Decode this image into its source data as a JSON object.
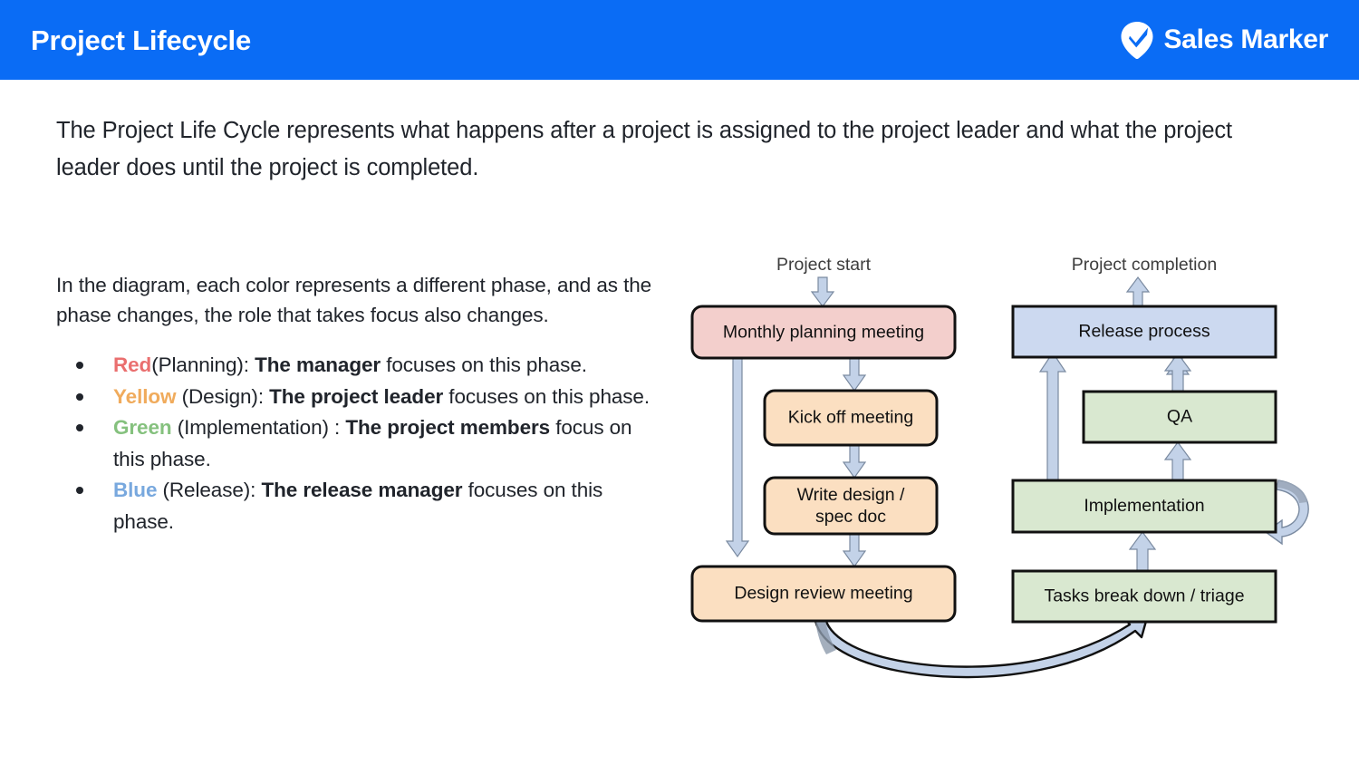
{
  "header": {
    "title": "Project Lifecycle",
    "brand": "Sales Marker",
    "logo_icon": "location-pin-check-icon",
    "background_color": "#0a6cf5",
    "text_color": "#ffffff"
  },
  "intro": {
    "paragraph": "The Project Life Cycle represents what happens after a project is assigned to the project leader and what the project leader does until the project is completed."
  },
  "left_column": {
    "legend_intro": "In the diagram, each color represents a different phase, and as the phase changes, the role that takes focus also changes.",
    "phases": [
      {
        "color_word": "Red",
        "color_hex": "#ea6f6f",
        "phase": "(Planning):",
        "space_after_color": "",
        "role": "The manager",
        "tail": " focuses on this phase."
      },
      {
        "color_word": "Yellow",
        "color_hex": "#f0ab5c",
        "phase": "(Design):",
        "space_after_color": " ",
        "role": "The project leader",
        "tail": " focuses on this phase."
      },
      {
        "color_word": "Green",
        "color_hex": "#85c17e",
        "phase": "(Implementation) :",
        "space_after_color": " ",
        "role": "The project members",
        "tail": " focus on this phase."
      },
      {
        "color_word": "Blue",
        "color_hex": "#78a8de",
        "phase": "(Release):",
        "space_after_color": " ",
        "role": "The release manager",
        "tail": " focuses on this phase."
      }
    ]
  },
  "diagram": {
    "labels": {
      "project_start": "Project start",
      "project_completion": "Project completion"
    },
    "colors": {
      "red": "#f3cfcc",
      "yellow": "#fbdfc1",
      "green": "#d9e8d0",
      "blue": "#ccd9f0",
      "arrow_fill": "#c3d2e8",
      "arrow_stroke": "#7a8aa0",
      "node_stroke": "#111111"
    },
    "nodes": [
      {
        "id": "monthly-planning-meeting",
        "label": "Monthly planning meeting",
        "color": "red",
        "shape": "rounded"
      },
      {
        "id": "kick-off-meeting",
        "label": "Kick off meeting",
        "color": "yellow",
        "shape": "rounded"
      },
      {
        "id": "write-design-spec-doc",
        "label": "Write design / spec doc",
        "label_line1": "Write design /",
        "label_line2": "spec doc",
        "color": "yellow",
        "shape": "rounded"
      },
      {
        "id": "design-review-meeting",
        "label": "Design review meeting",
        "color": "yellow",
        "shape": "rounded"
      },
      {
        "id": "release-process",
        "label": "Release process",
        "color": "blue",
        "shape": "rect"
      },
      {
        "id": "qa",
        "label": "QA",
        "color": "green",
        "shape": "rect"
      },
      {
        "id": "implementation",
        "label": "Implementation",
        "color": "green",
        "shape": "rect"
      },
      {
        "id": "tasks-break-down-triage",
        "label": "Tasks break down / triage",
        "color": "green",
        "shape": "rect"
      }
    ],
    "edges": [
      {
        "from": "project-start",
        "to": "monthly-planning-meeting",
        "direction": "down"
      },
      {
        "from": "monthly-planning-meeting",
        "to": "kick-off-meeting",
        "direction": "down"
      },
      {
        "from": "monthly-planning-meeting",
        "to": "design-review-meeting",
        "direction": "down"
      },
      {
        "from": "kick-off-meeting",
        "to": "write-design-spec-doc",
        "direction": "down"
      },
      {
        "from": "write-design-spec-doc",
        "to": "design-review-meeting",
        "direction": "down"
      },
      {
        "from": "design-review-meeting",
        "to": "tasks-break-down-triage",
        "direction": "curve-right"
      },
      {
        "from": "tasks-break-down-triage",
        "to": "implementation",
        "direction": "up"
      },
      {
        "from": "implementation",
        "to": "qa",
        "direction": "up"
      },
      {
        "from": "implementation",
        "to": "implementation",
        "direction": "self-loop"
      },
      {
        "from": "implementation",
        "to": "release-process",
        "direction": "up"
      },
      {
        "from": "qa",
        "to": "release-process",
        "direction": "up"
      },
      {
        "from": "release-process",
        "to": "project-completion",
        "direction": "up"
      }
    ]
  }
}
